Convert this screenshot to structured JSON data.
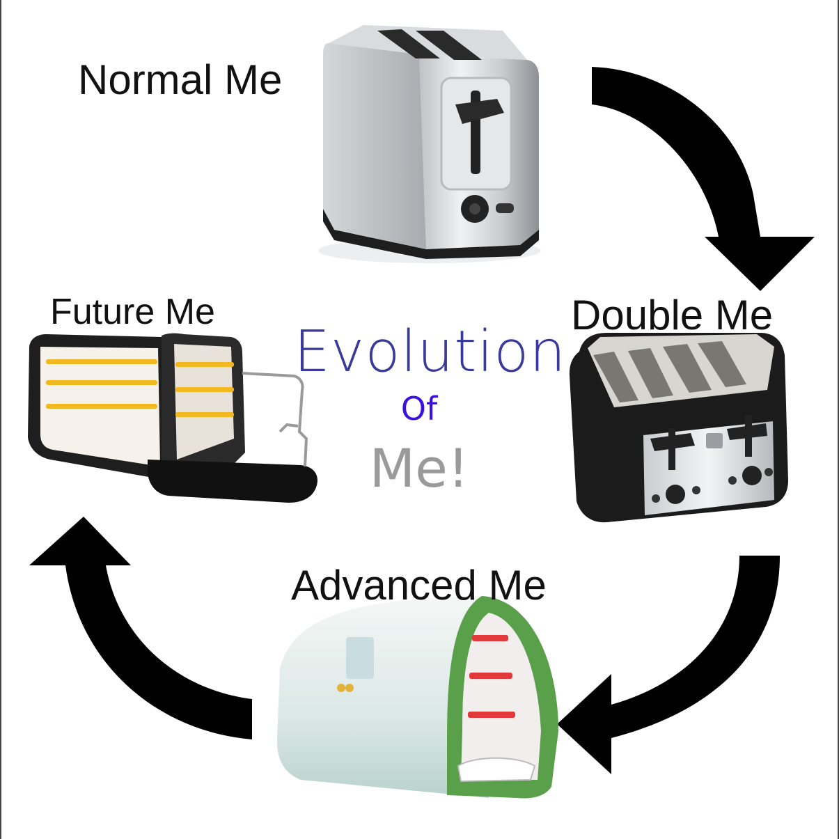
{
  "labels": {
    "normal": "Normal Me",
    "double": "Double Me",
    "advanced": "Advanced Me",
    "future": "Future Me"
  },
  "center": {
    "line1": "Evolution",
    "line2": "Of",
    "line3": "Me!"
  },
  "colors": {
    "evolution": "#3a3a9c",
    "of": "#3a10e0",
    "me": "#9a9a9a",
    "arrows": "#000000",
    "advanced_green": "#5aa04a",
    "future_glow": "#f2b820"
  },
  "icons": {
    "normal": "two-slot-toaster",
    "double": "four-slot-toaster",
    "advanced": "arched-green-toaster",
    "future": "glass-tube-toaster"
  }
}
